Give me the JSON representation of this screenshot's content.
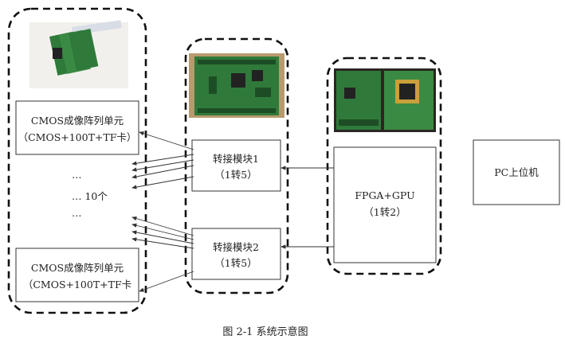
{
  "cmos_unit_top": {
    "line1": "CMOS成像阵列单元",
    "line2": "（CMOS+100T+TF卡）"
  },
  "cmos_unit_bottom": {
    "line1": "CMOS成像阵列单元",
    "line2": "（CMOS+100T+TF卡"
  },
  "ellipsis": {
    "top": "…",
    "count": "…  10个",
    "bottom": "…"
  },
  "adapter1": {
    "line1": "转接模块1",
    "line2": "（1转5）"
  },
  "adapter2": {
    "line1": "转接模块2",
    "line2": "（1转5）"
  },
  "fpga": {
    "line1": "FPGA+GPU",
    "line2": "（1转2）"
  },
  "pc": {
    "label": "PC上位机"
  },
  "caption": "图 2-1  系统示意图",
  "colors": {
    "pcb_green": "#2f7a3a",
    "pcb_dark": "#1d4d25",
    "photo_bg": "#b89a6e"
  }
}
